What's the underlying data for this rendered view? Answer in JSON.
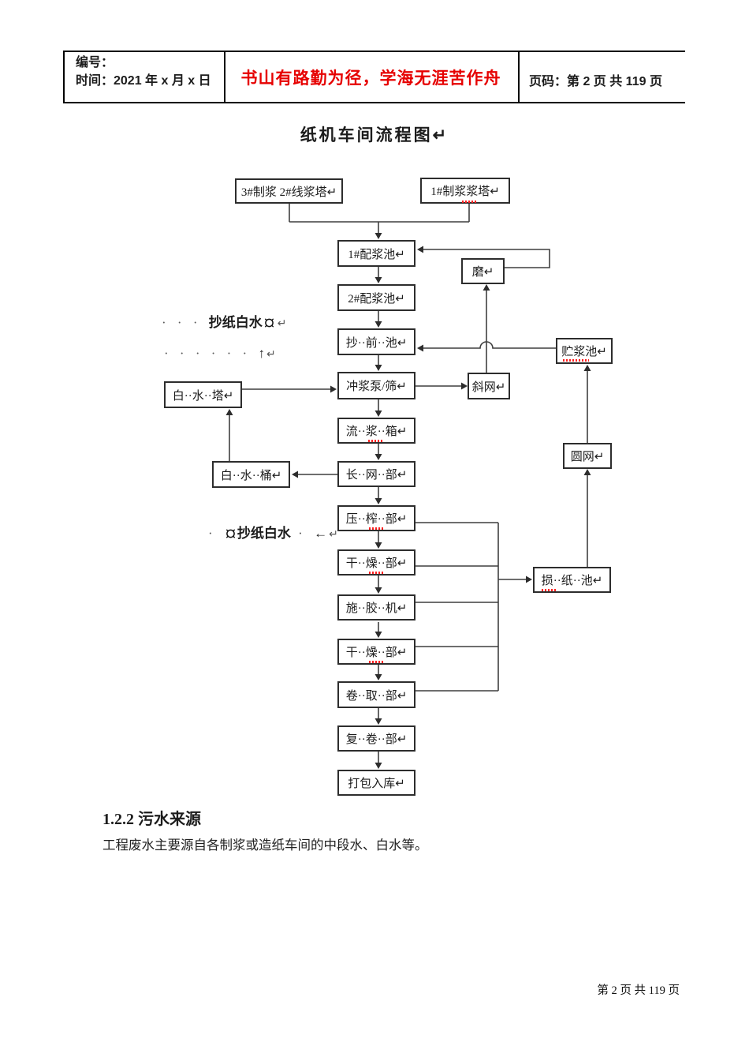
{
  "header": {
    "left_line1": "编号：",
    "left_line2": "时间：2021 年 x 月 x 日",
    "motto": "书山有路勤为径，学海无涯苦作舟",
    "page_info": "页码：第 2 页 共 119 页"
  },
  "flowchart": {
    "title": "纸机车间流程图↵",
    "boxes": {
      "pulp3": "3#制浆 2#线浆塔↵",
      "pulp1": "1#制浆浆塔↵",
      "mix1": "1#配浆池↵",
      "mo": "磨↵",
      "mix2": "2#配浆池↵",
      "chaoqian": "抄··前··池↵",
      "zhujiang": "贮浆池↵",
      "chongjiangbeng": "冲浆泵/筛↵",
      "xiewang": "斜网↵",
      "baishuita": "白··水··塔↵",
      "liujiangxiang": "流··浆··箱↵",
      "yuanwang": "圆网↵",
      "baishuitong": "白··水··桶↵",
      "changwangbu": "长··网··部↵",
      "yazhabu": "压··榨··部↵",
      "ganzaobu1": "干··燥··部↵",
      "sunzhichi": "损··纸··池↵",
      "shijiaoji": "施··胶··机↵",
      "ganzaobu2": "干··燥··部↵",
      "juanqubu": "卷··取··部↵",
      "fujuanbu": "复··卷··部↵",
      "dabaoruku": "打包入库↵"
    },
    "annotations": {
      "top": {
        "dots": "· · · ",
        "text": "抄纸白水",
        "ret": "↵"
      },
      "mid": {
        "dots": "· · · · · · ",
        "arrow": "↑",
        "ret": "↵"
      },
      "bottom": {
        "dot1": "· ",
        "text": "抄纸白水",
        "dot2": " · ",
        "arrow": "←",
        "ret": "↵"
      }
    }
  },
  "section": {
    "heading": "1.2.2 污水来源",
    "body": "工程废水主要源自各制浆或造纸车间的中段水、白水等。"
  },
  "footer": {
    "page_number": "第 2 页 共 119 页"
  },
  "colors": {
    "motto_red": "#e60000",
    "squiggle_red": "#ff1f1f",
    "line_color": "#3f3f3f"
  }
}
